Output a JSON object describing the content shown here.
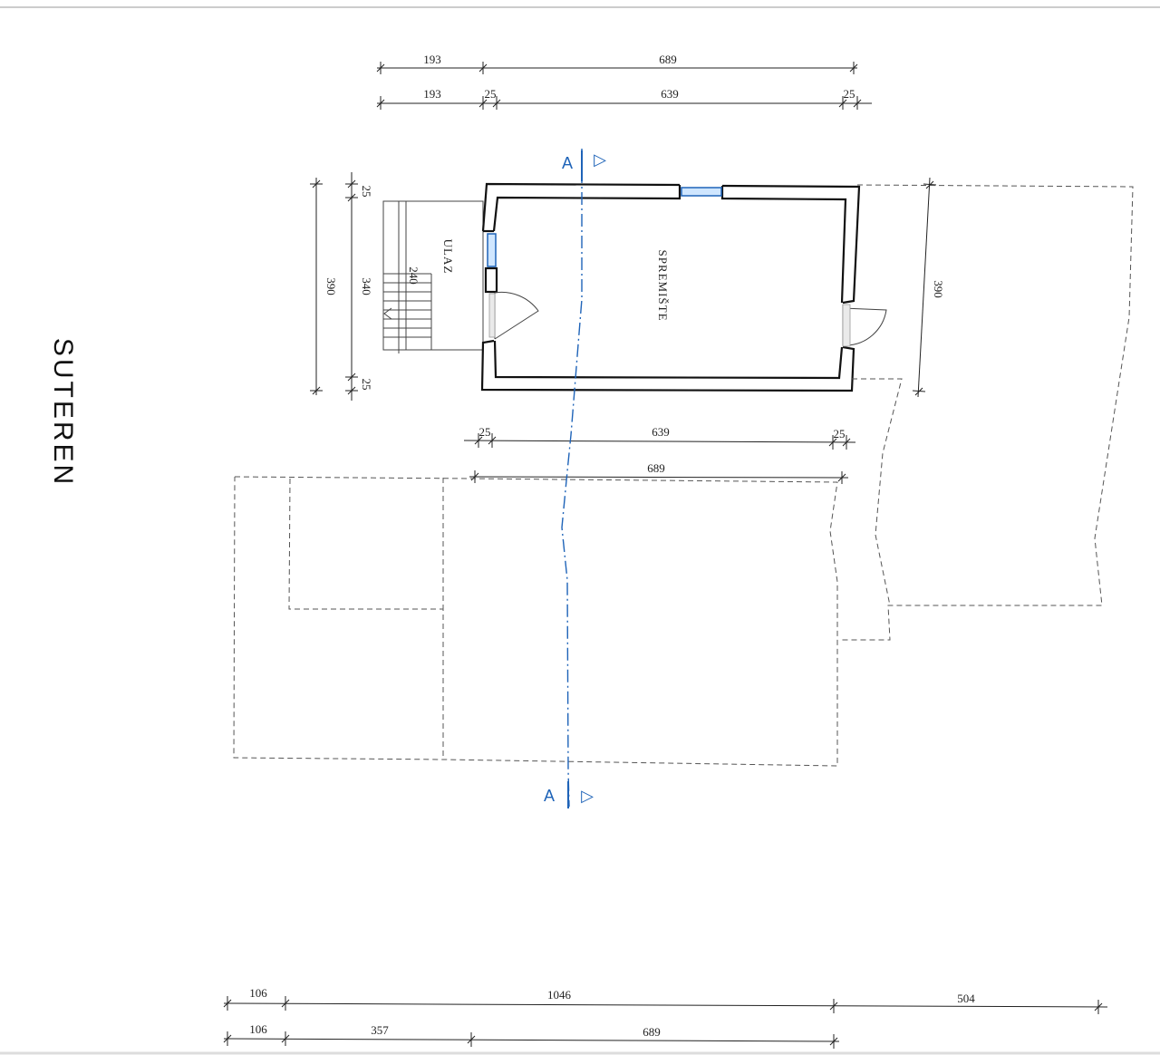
{
  "title": "SUTEREN",
  "rooms": {
    "entrance": "ULAZ",
    "storage": "SPREMIŠTE"
  },
  "section": {
    "label_top": "A",
    "label_bottom": "A",
    "marker": "▷"
  },
  "dims_top_row1": [
    "193",
    "689"
  ],
  "dims_top_row2": [
    "193",
    "25",
    "639",
    "25"
  ],
  "dims_left": [
    "390",
    "340",
    "25",
    "25",
    "240"
  ],
  "dims_right": [
    "390"
  ],
  "dims_below_room_row1": [
    "25",
    "639",
    "25"
  ],
  "dims_below_room_row2": [
    "689"
  ],
  "dims_bottom_row1": [
    "106",
    "1046",
    "504"
  ],
  "dims_bottom_row2": [
    "106",
    "357",
    "689"
  ],
  "colors": {
    "section_line": "#1e63b8",
    "walls": "#111111",
    "window": "#cfe6ff"
  }
}
